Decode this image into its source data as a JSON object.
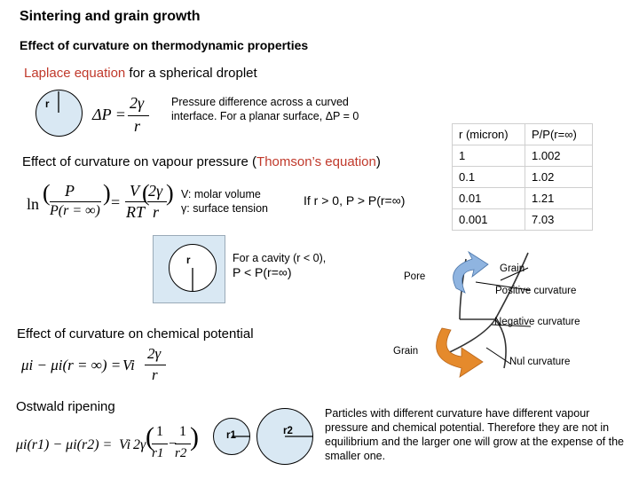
{
  "title": "Sintering and grain growth",
  "subtitle": "Effect of curvature on thermodynamic properties",
  "laplace": {
    "heading_red": "Laplace equation",
    "heading_rest": " for a spherical droplet",
    "radius_label": "r",
    "equation_lhs": "ΔP =",
    "equation_num": "2γ",
    "equation_den": "r",
    "note_line1": "Pressure difference across a curved",
    "note_line2": "interface. For a planar surface, ΔP = 0"
  },
  "thomson": {
    "heading_pre": "Effect of curvature on vapour pressure (",
    "heading_red": "Thomson’s equation",
    "heading_post": ")",
    "eq_ln": "ln",
    "eq_left_num": "P",
    "eq_left_den": "P(r = ∞)",
    "eq_mid_num": "V",
    "eq_mid_den": "RT",
    "eq_right_num": "2γ",
    "eq_right_den": "r",
    "def_v": "V: molar volume",
    "def_gamma": "γ: surface tension",
    "condition": "If r > 0, P > P(r=∞)",
    "cavity_r": "r",
    "cavity_line1": "For a cavity (r < 0),",
    "cavity_line2": "P < P(r=∞)"
  },
  "table": {
    "headers": [
      "r (micron)",
      "P/P(r=∞)"
    ],
    "rows": [
      [
        "1",
        "1.002"
      ],
      [
        "0.1",
        "1.02"
      ],
      [
        "0.01",
        "1.21"
      ],
      [
        "0.001",
        "7.03"
      ]
    ]
  },
  "diagram": {
    "pore": "Pore",
    "grain_top": "Grain",
    "grain_bottom": "Grain",
    "positive": "Positive curvature",
    "negative": "Negative curvature",
    "nul": "Nul curvature",
    "colors": {
      "blue_arrow": "#8fb4e0",
      "orange_arrow": "#e58a2c"
    }
  },
  "chemical": {
    "heading": "Effect of curvature on chemical potential",
    "eq_lhs": "μi − μi(r = ∞) =",
    "eq_vi": "Vi",
    "eq_num": "2γ",
    "eq_den": "r"
  },
  "ostwald": {
    "heading": "Ostwald ripening",
    "eq_lhs": "μi(r1) − μi(r2) =",
    "eq_vi": "Vi",
    "eq_2g": "2γ",
    "eq_a_num": "1",
    "eq_a_den": "r1",
    "eq_b_num": "1",
    "eq_b_den": "r2",
    "r1_label": "r1",
    "r2_label": "r2",
    "paragraph": "Particles with different curvature have different vapour pressure and chemical potential. Therefore they are not in equilibrium and the larger one will grow at the expense of the smaller one."
  },
  "colors": {
    "circle_fill": "#d9e8f3",
    "accent_red": "#c0392b"
  }
}
